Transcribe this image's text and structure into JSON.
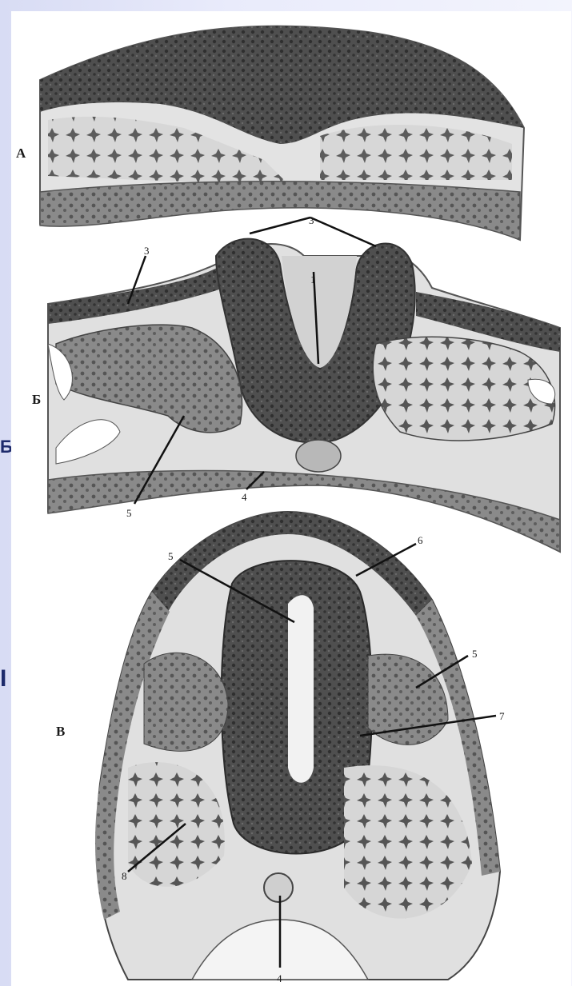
{
  "panels": {
    "a": {
      "label": "А"
    },
    "b": {
      "label": "Б"
    },
    "c": {
      "label": "В"
    }
  },
  "edge_marks": [
    "Б",
    "I"
  ],
  "numbers": {
    "b_top": "3",
    "b_left_upper": "3",
    "b_center": "1",
    "b_left_lower": "5",
    "b_bottom": "4",
    "c_top_left": "5",
    "c_top_right": "6",
    "c_right_upper": "5",
    "c_right_lower": "7",
    "c_left_lower": "8",
    "c_bottom": "4"
  },
  "colors": {
    "tissue_dark": "#4a4a4a",
    "tissue_mid": "#7a7a7a",
    "tissue_light": "#c9c9c9",
    "background_cavity": "#e2e2e2",
    "slide_accent": "#2f49c4"
  }
}
